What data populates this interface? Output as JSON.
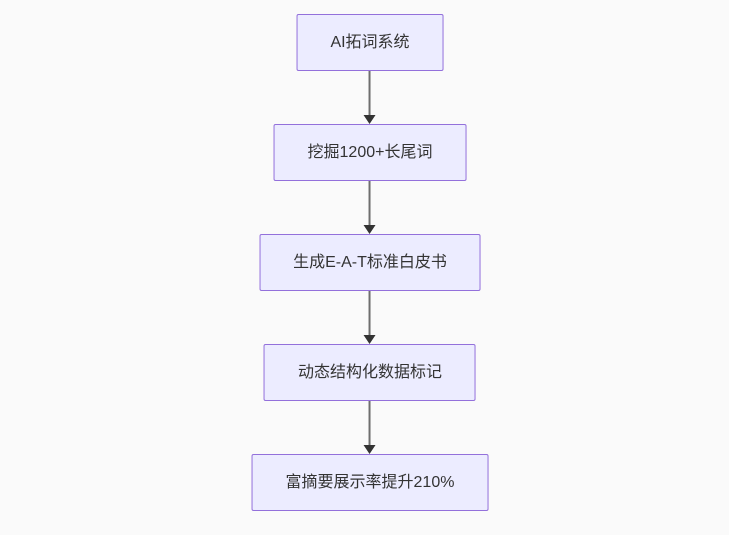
{
  "diagram": {
    "type": "flowchart",
    "direction": "top-down",
    "nodes": [
      {
        "id": "step-1",
        "label": "AI拓词系统"
      },
      {
        "id": "step-2",
        "label": "挖掘1200+长尾词"
      },
      {
        "id": "step-3",
        "label": "生成E-A-T标准白皮书"
      },
      {
        "id": "step-4",
        "label": "动态结构化数据标记"
      },
      {
        "id": "step-5",
        "label": "富摘要展示率提升210%"
      }
    ],
    "edges": [
      {
        "from": "step-1",
        "to": "step-2"
      },
      {
        "from": "step-2",
        "to": "step-3"
      },
      {
        "from": "step-3",
        "to": "step-4"
      },
      {
        "from": "step-4",
        "to": "step-5"
      }
    ],
    "colors": {
      "background": "#fafafa",
      "node_fill": "#ececff",
      "node_border": "#9370db",
      "node_text": "#333333",
      "edge_line": "#6e6e6e",
      "edge_arrowhead": "#333333"
    }
  }
}
